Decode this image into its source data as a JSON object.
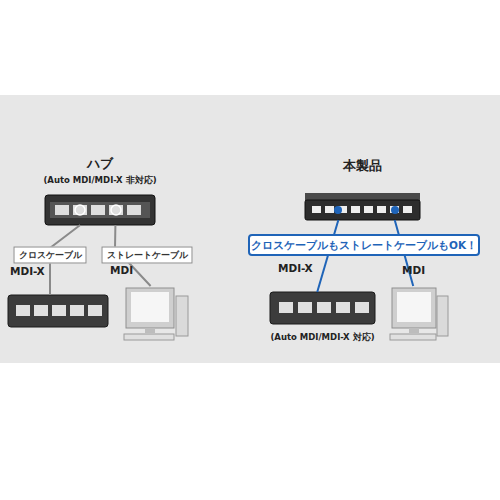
{
  "diagram": {
    "nodes": [
      {
        "text": [
          "ハブ",
          "(Auto MDI/MDI-X 非対応)"
        ]
      },
      {
        "text": [
          "MDI-X"
        ]
      },
      {
        "text": [
          "MDI"
        ]
      },
      {
        "text": [
          "本製品"
        ]
      },
      {
        "text": [
          "MDI-X",
          "(Auto MDI/MDI-X 対応)"
        ]
      },
      {
        "text": [
          "MDI"
        ]
      }
    ],
    "edges": [
      {
        "from": 0,
        "to": 1,
        "arrow": "none",
        "label": "クロスケーブル"
      },
      {
        "from": 0,
        "to": 2,
        "arrow": "none",
        "label": "ストレートケーブル"
      },
      {
        "from": 3,
        "to": 4,
        "arrow": "none"
      },
      {
        "from": 3,
        "to": 5,
        "arrow": "none"
      }
    ],
    "labels": [
      "クロスケーブルもストレートケーブルもOK！"
    ]
  }
}
